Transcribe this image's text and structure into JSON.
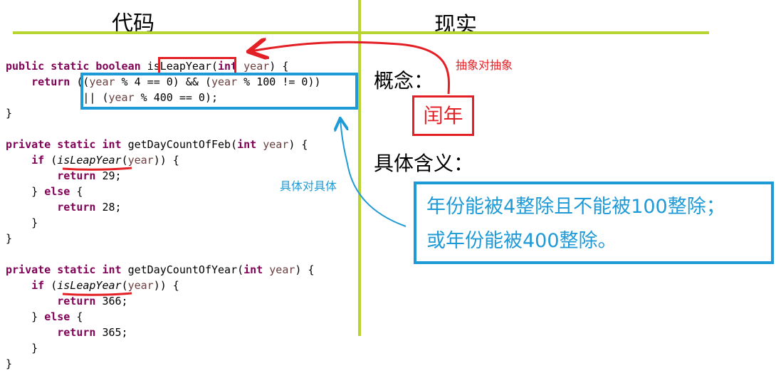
{
  "headers": {
    "left": "代码",
    "right": "现实"
  },
  "code": {
    "lines": [
      [
        [
          "kw",
          "public static boolean "
        ],
        [
          "box",
          "isLeapYear"
        ],
        [
          "",
          "("
        ],
        [
          "kw",
          "int"
        ],
        [
          "pm",
          " year"
        ],
        [
          "",
          ") {"
        ]
      ],
      [
        [
          "",
          "    "
        ],
        [
          "kw",
          "return"
        ],
        [
          "",
          "",
          " (("
        ],
        [
          "pm",
          "year"
        ],
        [
          "",
          " % 4 == 0) && ("
        ],
        [
          "pm",
          "year"
        ],
        [
          "",
          " % 100 != 0))"
        ]
      ],
      [
        [
          "",
          "            || ("
        ],
        [
          "pm",
          "year"
        ],
        [
          "",
          " % 400 == 0);"
        ]
      ],
      [
        [
          "",
          "}"
        ]
      ],
      [
        [
          "",
          ""
        ]
      ],
      [
        [
          "kw",
          "private static int "
        ],
        [
          "",
          "getDayCountOfFeb("
        ],
        [
          "kw",
          "int"
        ],
        [
          "pm",
          " year"
        ],
        [
          "",
          ") {"
        ]
      ],
      [
        [
          "",
          "    "
        ],
        [
          "kw",
          "if"
        ],
        [
          "",
          " ("
        ],
        [
          "mc",
          "isLeapYear"
        ],
        [
          "",
          "("
        ],
        [
          "pm",
          "year"
        ],
        [
          "",
          ")) {"
        ]
      ],
      [
        [
          "",
          "        "
        ],
        [
          "kw",
          "return"
        ],
        [
          "",
          " 29;"
        ]
      ],
      [
        [
          "",
          "    } "
        ],
        [
          "kw",
          "else"
        ],
        [
          "",
          " {"
        ]
      ],
      [
        [
          "",
          "        "
        ],
        [
          "kw",
          "return"
        ],
        [
          "",
          " 28;"
        ]
      ],
      [
        [
          "",
          "    }"
        ]
      ],
      [
        [
          "",
          "}"
        ]
      ],
      [
        [
          "",
          ""
        ]
      ],
      [
        [
          "kw",
          "private static int "
        ],
        [
          "",
          "getDayCountOfYear("
        ],
        [
          "kw",
          "int"
        ],
        [
          "pm",
          " year"
        ],
        [
          "",
          ") {"
        ]
      ],
      [
        [
          "",
          "    "
        ],
        [
          "kw",
          "if"
        ],
        [
          "",
          " ("
        ],
        [
          "mc",
          "isLeapYear"
        ],
        [
          "",
          "("
        ],
        [
          "pm",
          "year"
        ],
        [
          "",
          ")) {"
        ]
      ],
      [
        [
          "",
          "        "
        ],
        [
          "kw",
          "return"
        ],
        [
          "",
          " 366;"
        ]
      ],
      [
        [
          "",
          "    } "
        ],
        [
          "kw",
          "else"
        ],
        [
          "",
          " {"
        ]
      ],
      [
        [
          "",
          "        "
        ],
        [
          "kw",
          "return"
        ],
        [
          "",
          " 365;"
        ]
      ],
      [
        [
          "",
          "    }"
        ]
      ],
      [
        [
          "",
          "}"
        ]
      ]
    ]
  },
  "concept": {
    "label": "概念：",
    "term": "闰年"
  },
  "meaning": {
    "label": "具体含义：",
    "line1": "年份能被4整除且不能被100整除；",
    "line2": "或年份能被400整除。"
  },
  "notes": {
    "abstract": "抽象对抽象",
    "concrete": "具体对具体"
  },
  "colors": {
    "red": "#e32026",
    "blue": "#1e9ad6",
    "divider": "#b7d431",
    "keyword": "#7f0055",
    "param": "#6a3e3e"
  }
}
